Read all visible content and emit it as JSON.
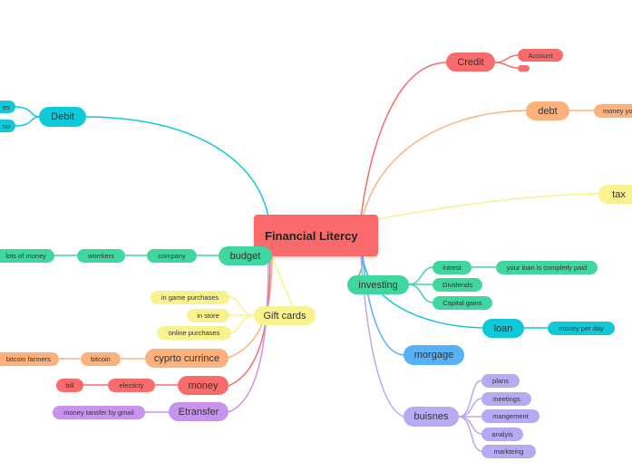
{
  "root": "Financial Litercy",
  "credit": {
    "label": "Credit",
    "account": "Account",
    "empty": ""
  },
  "debt": {
    "label": "debt",
    "child": "money yo"
  },
  "tax": {
    "label": "tax"
  },
  "debit": {
    "label": "Debit",
    "child1": "es",
    "child2": "no"
  },
  "budget": {
    "label": "budget",
    "company": "company",
    "workers": "worrkers",
    "money": "lots of money"
  },
  "investing": {
    "label": "investing",
    "interest": "intrest",
    "loan_paid": "your loan is completly paid",
    "dividends": "Dividends",
    "capital": "Capital gains"
  },
  "loan": {
    "label": "loan",
    "child": "money per day"
  },
  "gift_cards": {
    "label": "Gift cards",
    "game": "in game purchases",
    "store": "in store",
    "online": "online purchases"
  },
  "crypto": {
    "label": "cyprto currince",
    "bitcoin": "bitcoin",
    "farmers": "bitcoin farmers"
  },
  "money": {
    "label": "money",
    "electricity": "electicty",
    "bill": "bill"
  },
  "etransfer": {
    "label": "Etransfer",
    "child": "money tansfer by gmail"
  },
  "mortgage": {
    "label": "morgage"
  },
  "business": {
    "label": "buisnes",
    "plans": "plans",
    "meetings": "meetings",
    "management": "mangement",
    "analysis": "analyis",
    "marketing": "markteing"
  },
  "colors": {
    "red": "#fa6b6b",
    "orange": "#fdb27e",
    "yellow": "#f8f38e",
    "teal": "#3fd69f",
    "cyan": "#10c9d8",
    "blue": "#58b0f5",
    "purple": "#c793ec",
    "lavender": "#b8a9f3"
  }
}
